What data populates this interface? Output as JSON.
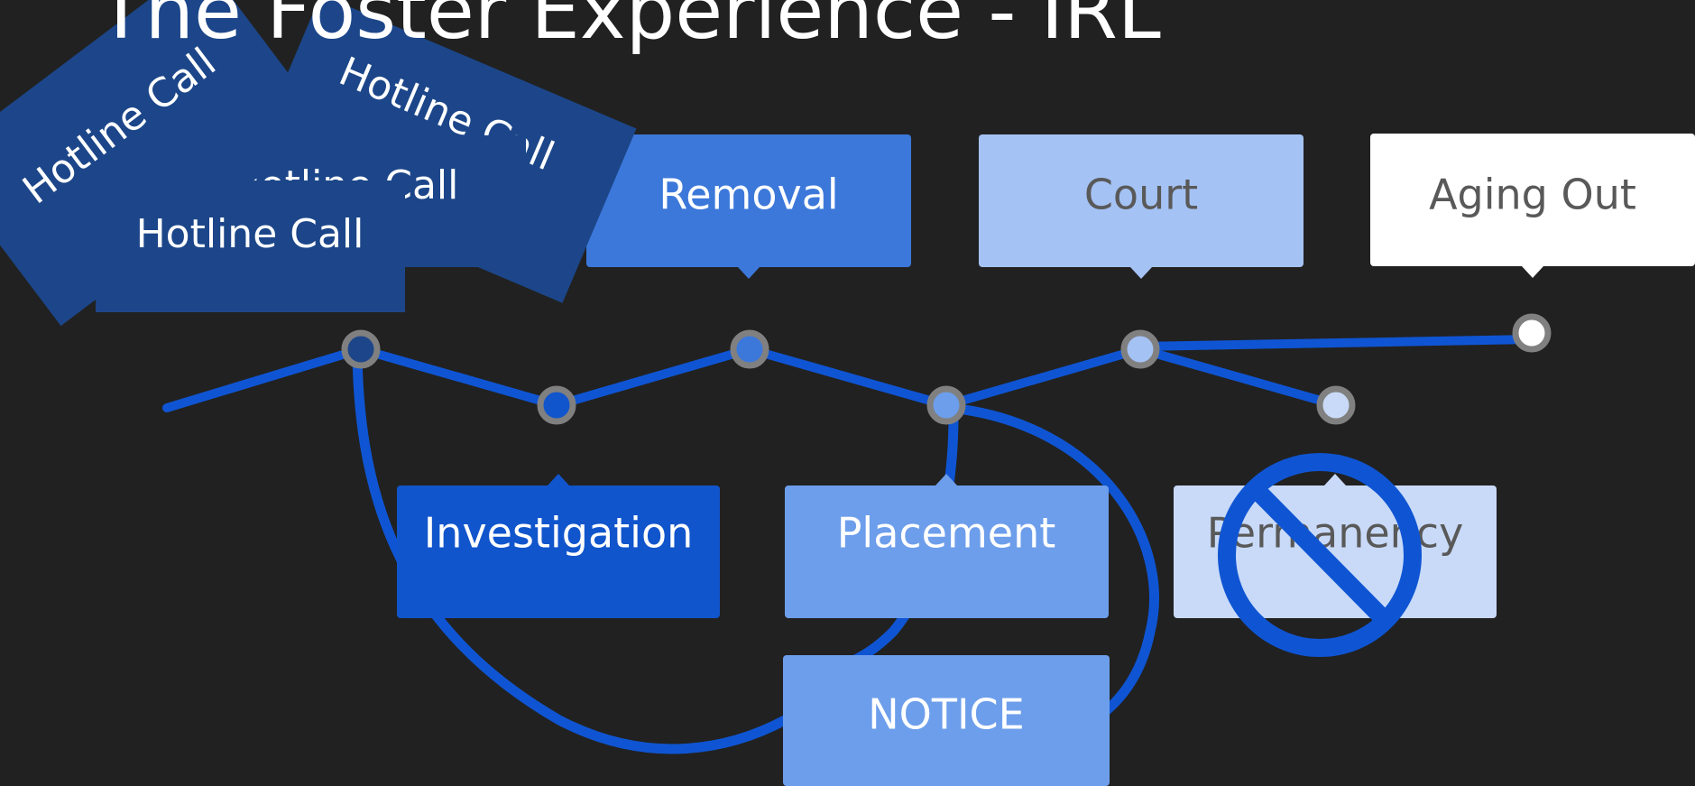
{
  "slide": {
    "title": "The Foster Experience - IRL"
  },
  "colors": {
    "background": "#212121",
    "line": "#0f55d3",
    "hotline": "#1c4689",
    "removal": "#3c78da",
    "court": "#a5c2f4",
    "aging_out": "#ffffff",
    "investigation": "#1155cc",
    "placement": "#6d9eeb",
    "permanency": "#c9daf8",
    "notice": "#6d9eeb",
    "node_ring": "#808080"
  },
  "stages": {
    "removal": "Removal",
    "court": "Court",
    "aging_out": "Aging Out",
    "investigation": "Investigation",
    "placement": "Placement",
    "permanency": "Permanency",
    "notice": "NOTICE"
  },
  "hotline_cards": [
    "Hotline Call",
    "Hotline Call",
    "Hotline Call",
    "Hotline Call"
  ],
  "icons": {
    "permanency_blocked": "prohibited-icon"
  }
}
